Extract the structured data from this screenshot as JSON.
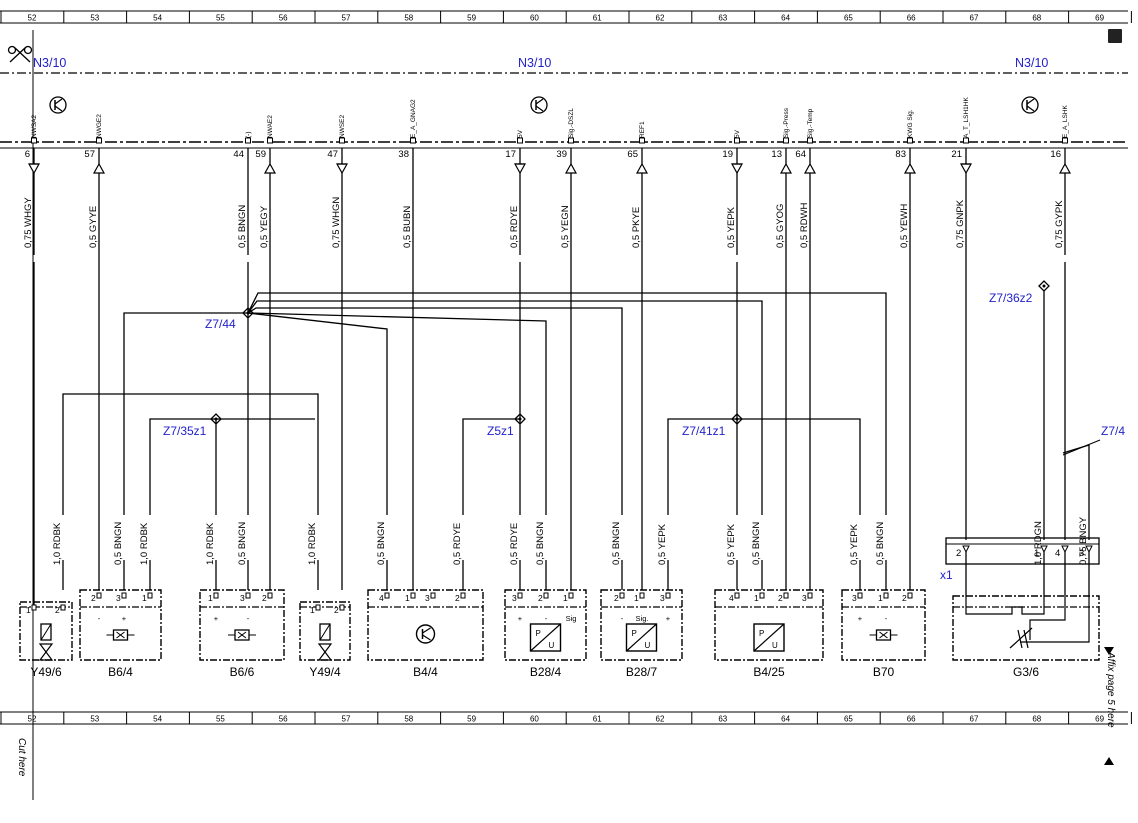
{
  "ruler_numbers": [
    "52",
    "53",
    "54",
    "55",
    "56",
    "57",
    "58",
    "59",
    "60",
    "61",
    "62",
    "63",
    "64",
    "65",
    "66",
    "67",
    "68",
    "69"
  ],
  "control_units": [
    {
      "name": "N3/10"
    },
    {
      "name": "N3/10"
    },
    {
      "name": "N3/10"
    }
  ],
  "pins": [
    {
      "num": "6",
      "signal": "NWSA2",
      "wire": "0,75 WHGY",
      "dir": "down"
    },
    {
      "num": "57",
      "signal": "NWGE2",
      "wire": "0,5 GYYE",
      "dir": "up"
    },
    {
      "num": "44",
      "signal": "(-)",
      "wire": "0,5 BNGN",
      "dir": "none"
    },
    {
      "num": "59",
      "signal": "NWAE2",
      "wire": "0,5 YEGY",
      "dir": "up"
    },
    {
      "num": "47",
      "signal": "NWSE2",
      "wire": "0,75 WHGN",
      "dir": "down"
    },
    {
      "num": "38",
      "signal": "E_A_GNAG2",
      "wire": "0,5 BUBN",
      "dir": "none"
    },
    {
      "num": "17",
      "signal": "5V",
      "wire": "0,5 RDYE",
      "dir": "down"
    },
    {
      "num": "39",
      "signal": "Sig.-DSZL",
      "wire": "0,5 YEGN",
      "dir": "up"
    },
    {
      "num": "65",
      "signal": "REF1",
      "wire": "0,5 PKYE",
      "dir": "up"
    },
    {
      "num": "19",
      "signal": "5V",
      "wire": "0,5 YEPK",
      "dir": "down"
    },
    {
      "num": "13",
      "signal": "Sig.-Press",
      "wire": "0,5 GYOG",
      "dir": "up"
    },
    {
      "num": "64",
      "signal": "Sig.-Temp",
      "wire": "0,5 RDWH",
      "dir": "up"
    },
    {
      "num": "83",
      "signal": "KWG Sig.",
      "wire": "0,5 YEWH",
      "dir": "up"
    },
    {
      "num": "21",
      "signal": "A_T_LSH1HK",
      "wire": "0,75 GNPK",
      "dir": "down"
    },
    {
      "num": "16",
      "signal": "E_A_LSHK",
      "wire": "0,75 GYPK",
      "dir": "up"
    }
  ],
  "splices": [
    "Z7/44",
    "Z7/35z1",
    "Z5z1",
    "Z7/41z1",
    "Z7/36z2",
    "Z7/4"
  ],
  "lower_wires": [
    "1,0 RDBK",
    "0,5 BNGN",
    "1,0 RDBK",
    "1,0 RDBK",
    "0,5 BNGN",
    "1,0 RDBK",
    "0,5 BNGN",
    "0,5 RDYE",
    "0,5 RDYE",
    "0,5 BNGN",
    "0,5 BNGN",
    "0,5 YEPK",
    "0,5 YEPK",
    "0,5 BNGN",
    "0,5 YEPK",
    "0,5 BNGN",
    "1,0 RDGN",
    "0,75 BNGY"
  ],
  "components": [
    {
      "name": "Y49/6",
      "pins": [
        "1",
        "2"
      ]
    },
    {
      "name": "B6/4",
      "pins": [
        "2",
        "3",
        "1"
      ],
      "signs": [
        "-",
        "+"
      ]
    },
    {
      "name": "B6/6",
      "pins": [
        "1",
        "3",
        "2"
      ],
      "signs": [
        "+",
        "-"
      ]
    },
    {
      "name": "Y49/4",
      "pins": [
        "1",
        "2"
      ]
    },
    {
      "name": "B4/4",
      "pins": [
        "4",
        "1",
        "3",
        "2"
      ]
    },
    {
      "name": "B28/4",
      "pins": [
        "3",
        "2",
        "1"
      ],
      "signs": [
        "+",
        "-",
        "Sig"
      ]
    },
    {
      "name": "B28/7",
      "pins": [
        "2",
        "1",
        "3"
      ],
      "signs": [
        "-",
        "Sig.",
        "+"
      ]
    },
    {
      "name": "B4/25",
      "pins": [
        "4",
        "1",
        "2",
        "3"
      ]
    },
    {
      "name": "B70",
      "pins": [
        "3",
        "1",
        "2"
      ],
      "signs": [
        "+",
        "-"
      ]
    },
    {
      "name": "G3/6",
      "pins": []
    }
  ],
  "connector_x1": {
    "name": "x1",
    "pins": [
      "2",
      "1",
      "4",
      "3"
    ]
  },
  "side_note": "Affix page 5 here",
  "cut_note": "Cut here"
}
